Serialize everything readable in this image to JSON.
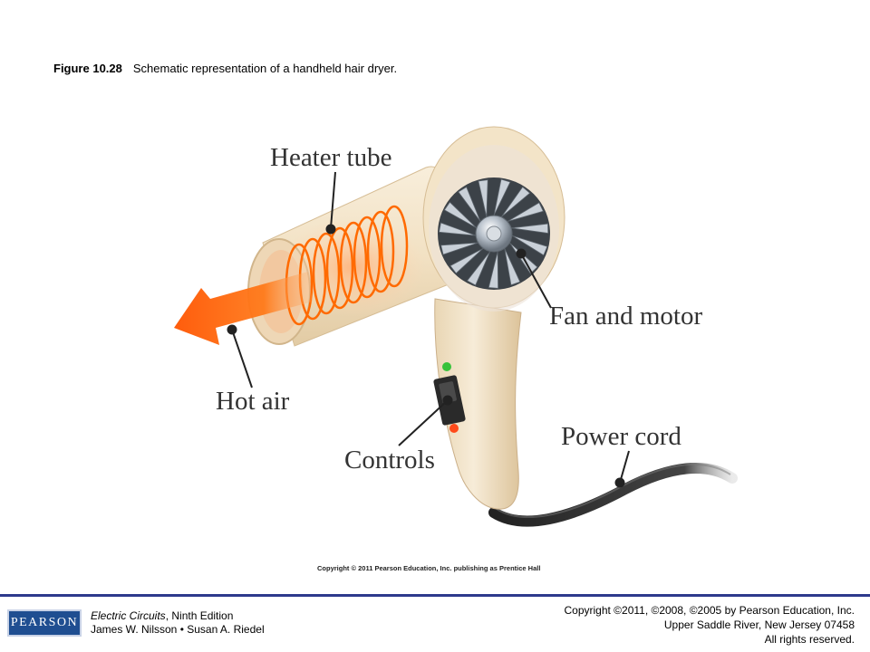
{
  "caption": {
    "figure_number": "Figure 10.28",
    "text": "Schematic representation of a handheld hair dryer."
  },
  "diagram": {
    "labels": {
      "heater_tube": "Heater tube",
      "fan_and_motor": "Fan and motor",
      "hot_air": "Hot air",
      "controls": "Controls",
      "power_cord": "Power cord"
    },
    "image_copyright": "Copyright © 2011 Pearson Education, Inc. publishing as Prentice Hall"
  },
  "footer": {
    "logo": "PEARSON",
    "book_title": "Electric Circuits",
    "edition": ", Ninth Edition",
    "authors": "James W. Nilsson • Susan A. Riedel",
    "copyright_line1": "Copyright ©2011, ©2008, ©2005 by Pearson Education, Inc.",
    "copyright_line2": "Upper Saddle River, New Jersey 07458",
    "copyright_line3": "All rights reserved."
  },
  "colors": {
    "footer_rule": "#2d3a8c",
    "logo_bg": "#1f4e91",
    "dryer_body": "#f4e6cc",
    "coil": "#ff6a00",
    "arrow": "#ff5a00"
  }
}
